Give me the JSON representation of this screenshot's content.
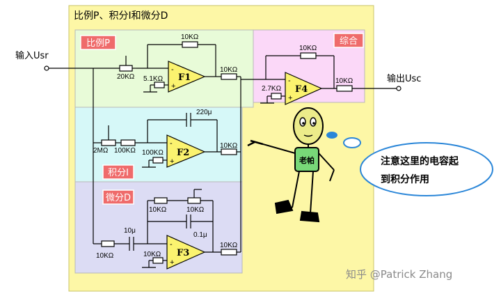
{
  "panel_title": "比例P、积分I和微分D",
  "input_label": "输入Usr",
  "output_label": "输出Usc",
  "sections": {
    "p": "比例P",
    "i": "积分I",
    "d": "微分D",
    "sum": "综合"
  },
  "amps": [
    "F1",
    "F2",
    "F3",
    "F4"
  ],
  "components": {
    "r_p_feedback": "10KΩ",
    "r_p_pot": "20KΩ",
    "r_p_ground": "5.1KΩ",
    "r_p_out": "10KΩ",
    "r_sum_feedback": "10KΩ",
    "r_sum_ground": "2.7KΩ",
    "r_sum_out": "10KΩ",
    "c_i_feedback": "220μ",
    "r_i_pot": "2MΩ",
    "r_i_in": "100KΩ",
    "r_i_ground": "100KΩ",
    "r_i_out": "10KΩ",
    "r_d_feedback": "10KΩ",
    "r_d_pot": "10KΩ",
    "c_d_feedback": "0.1μ",
    "c_d_in": "10μ",
    "r_d_in": "10KΩ",
    "r_d_ground": "10KΩ",
    "r_d_out": "10KΩ"
  },
  "character_name": "老帕",
  "speech_bubble": [
    "注意这里的电容起",
    "到积分作用"
  ],
  "watermark": "知乎 @Patrick Zhang",
  "colors": {
    "panel": "#fdf7a6",
    "p_bg": "#e8fbd8",
    "i_bg": "#d6f8f8",
    "d_bg": "#dcdcf4",
    "sum_bg": "#fbd8f8",
    "label_bg": "#ef6b6b",
    "amp_fill": "#fbf36f",
    "character_head": "#ecec8a",
    "character_body": "#78d878",
    "bubble_dot": "#2a86d8"
  }
}
